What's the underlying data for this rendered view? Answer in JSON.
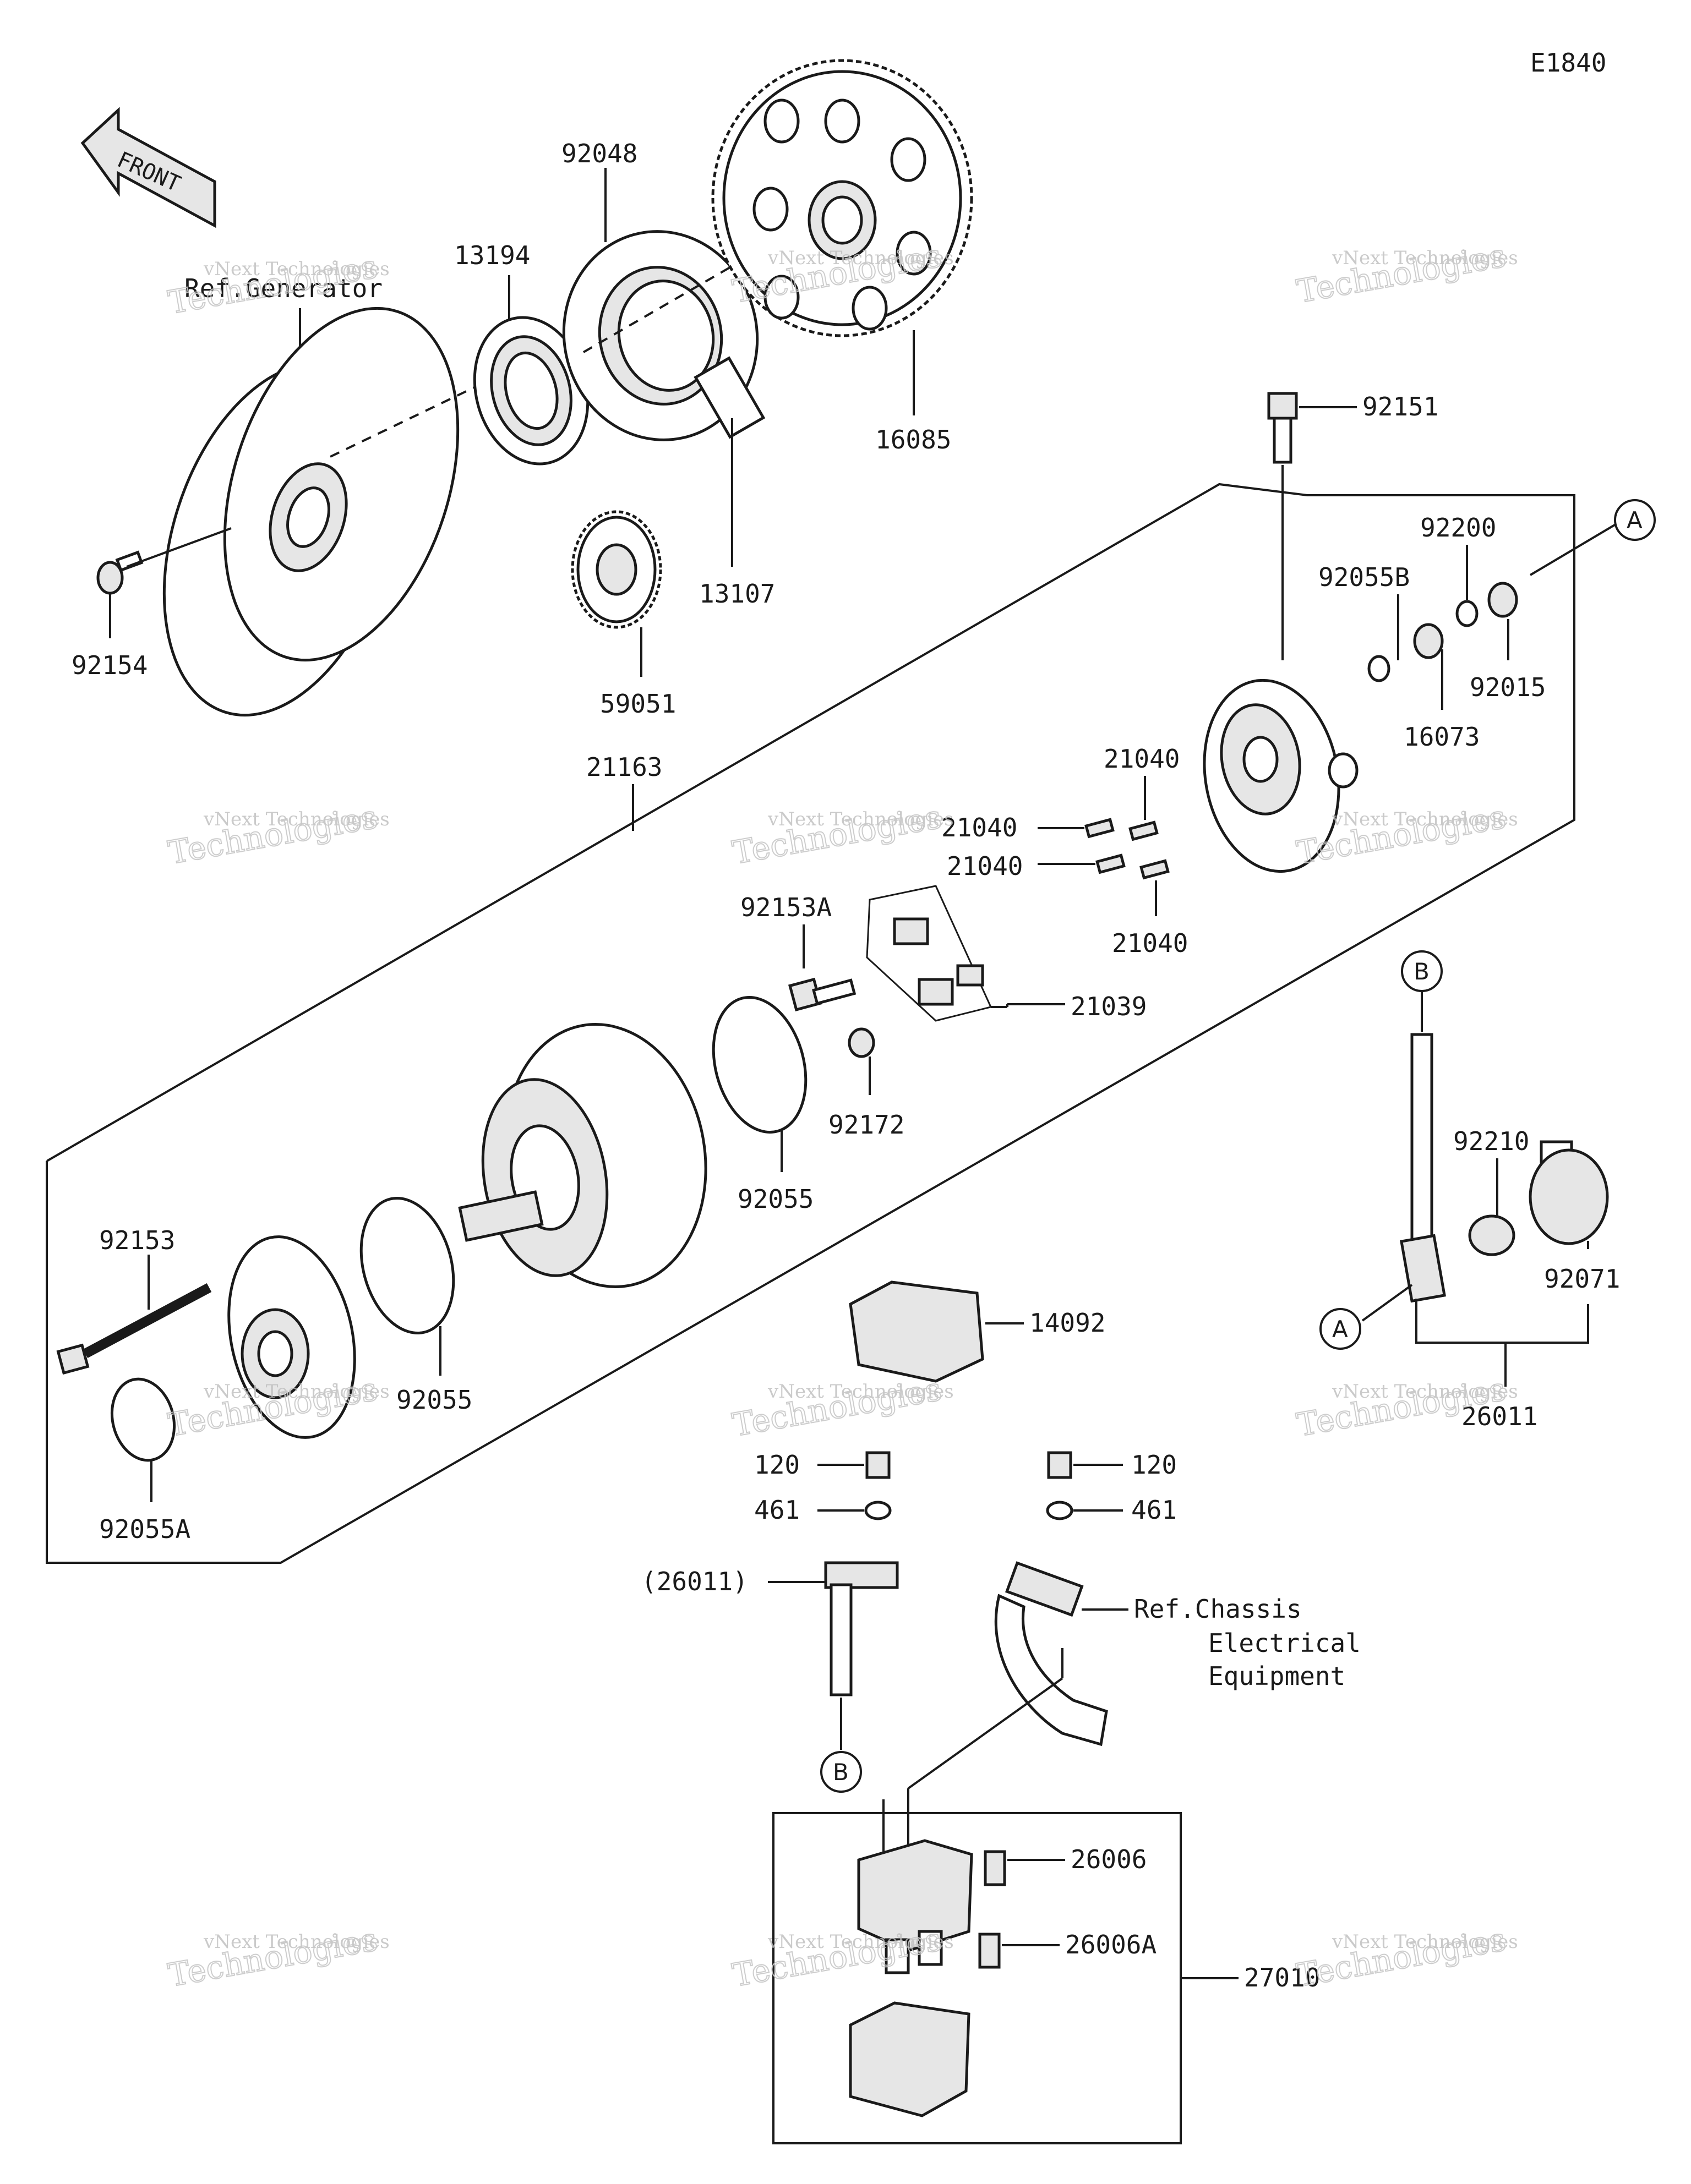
{
  "diagram_code": "E1840",
  "front_label": "FRONT",
  "ref_generator": "Ref.Generator",
  "ref_chassis": [
    "Ref.Chassis",
    "Electrical",
    "Equipment"
  ],
  "callouts": {
    "A": "A",
    "B": "B"
  },
  "part_numbers": {
    "p92048": "92048",
    "p13194": "13194",
    "p16085": "16085",
    "p92151": "92151",
    "p92200": "92200",
    "p92055B": "92055B",
    "p92015": "92015",
    "p16073": "16073",
    "p92154": "92154",
    "p13107": "13107",
    "p59051": "59051",
    "p21163": "21163",
    "p21040a": "21040",
    "p21040b": "21040",
    "p21040c": "21040",
    "p21040d": "21040",
    "p92153A": "92153A",
    "p21039": "21039",
    "p92172": "92172",
    "p92055a": "92055",
    "p92055b": "92055",
    "p92153": "92153",
    "p92055A": "92055A",
    "p92210": "92210",
    "p92071": "92071",
    "p26011": "26011",
    "p14092": "14092",
    "p120a": "120",
    "p120b": "120",
    "p461a": "461",
    "p461b": "461",
    "p26011ref": "(26011)",
    "p26006": "26006",
    "p26006A": "26006A",
    "p27010": "27010"
  },
  "watermark": {
    "line1": "vNext Technologies",
    "line2": "vNext",
    "line3": "Technologies"
  }
}
